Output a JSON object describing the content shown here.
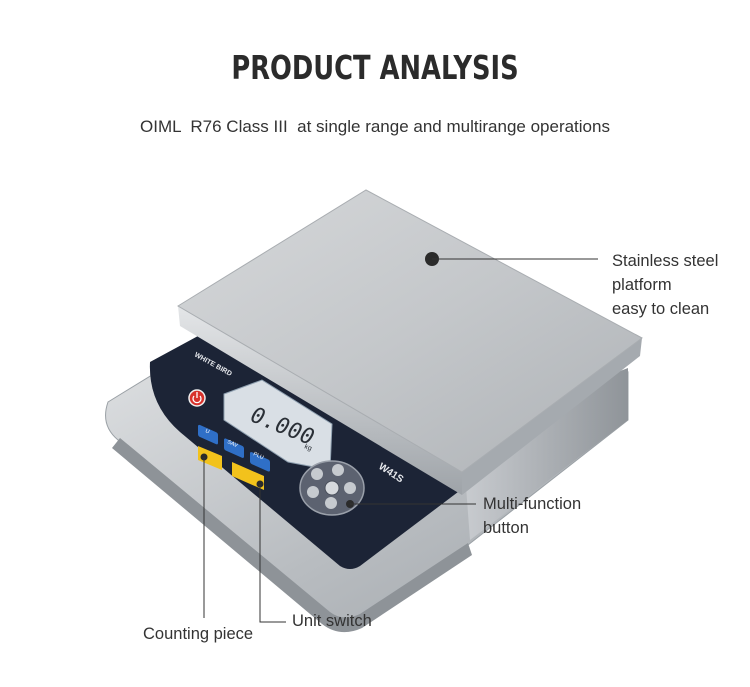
{
  "header": {
    "title": "PRODUCT ANALYSIS",
    "subtitle": "OIML  R76 Class III  at single range and multirange operations"
  },
  "product": {
    "brand_text": "WHITE BIRD",
    "model_text": "W41S",
    "display_value": "0.000",
    "display_unit": "kg",
    "key_labels": [
      "U",
      "SAV",
      "PLU"
    ]
  },
  "callouts": {
    "platform": [
      "Stainless steel",
      "platform",
      "easy to clean"
    ],
    "multifunction": [
      "Multi-function",
      "button"
    ],
    "counting": "Counting piece",
    "unit": "Unit switch"
  },
  "colors": {
    "title": "#2b2b2b",
    "text": "#333333",
    "panel": "#1c2436",
    "lcd": "#d9dfe5",
    "key_blue": "#2f6fc7",
    "key_yellow": "#f2c21c",
    "power_red": "#d8322c"
  }
}
